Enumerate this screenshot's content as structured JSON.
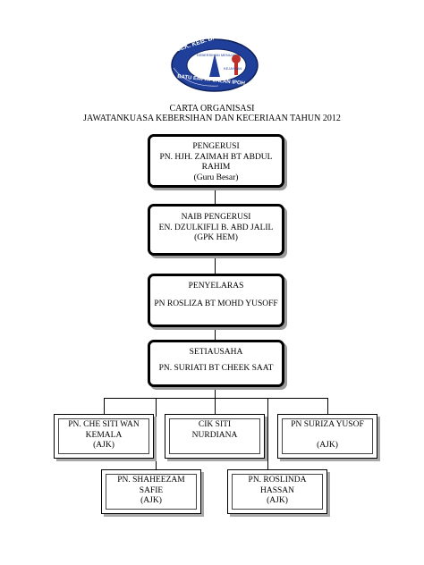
{
  "logo": {
    "text_top": "SEK. KEB. BATU",
    "text_mid1": "KEBERSIHAN MENUJU",
    "text_mid2": "KEJAYAAN",
    "text_bottom": "BATU EMPAT JALAN IPOH"
  },
  "header": {
    "line1": "CARTA ORGANISASI",
    "line2": "JAWATANKUASA KEBERSIHAN DAN KECERIAAN TAHUN 2012"
  },
  "pengerusi": {
    "role": "PENGERUSI",
    "name1": "PN. HJH. ZAIMAH BT ABDUL",
    "name2": "RAHIM",
    "note": "(Guru Besar)"
  },
  "naib": {
    "role": "NAIB PENGERUSI",
    "name": "EN. DZULKIFLI B. ABD JALIL",
    "note": "(GPK HEM)"
  },
  "penyelaras": {
    "role": "PENYELARAS",
    "name": "PN ROSLIZA BT MOHD YUSOFF"
  },
  "setiausaha": {
    "role": "SETIAUSAHA",
    "name": "PN. SURIATI BT CHEEK SAAT"
  },
  "ajk_top": [
    {
      "line1": "PN. CHE SITI WAN",
      "line2": "KEMALA",
      "line3": "(AJK)"
    },
    {
      "line1": "CIK SITI",
      "line2": "NURDIANA",
      "line3": ""
    },
    {
      "line1": "PN SURIZA YUSOF",
      "line2": "",
      "line3": "(AJK)"
    }
  ],
  "ajk_bottom": [
    {
      "line1": "PN. SHAHEEZAM",
      "line2": "SAFIE",
      "line3": "(AJK)"
    },
    {
      "line1": "PN. ROSLINDA",
      "line2": "HASSAN",
      "line3": "(AJK)"
    }
  ]
}
